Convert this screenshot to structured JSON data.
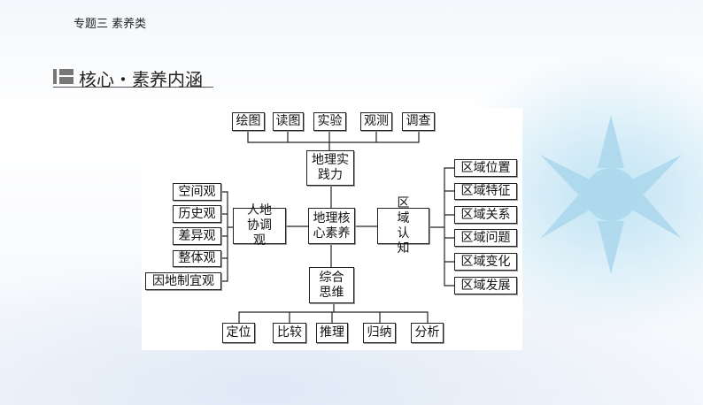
{
  "header": "专题三  素养类",
  "section_title": "核心・素养内涵",
  "diagram": {
    "center": "地理核心素养",
    "top": "地理实践力",
    "top_items": [
      "绘图",
      "读图",
      "实验",
      "观测",
      "调查"
    ],
    "left": "人地协调观",
    "left_items": [
      "空间观",
      "历史观",
      "差异观",
      "整体观",
      "因地制宜观"
    ],
    "right": "区域认知",
    "right_items": [
      "区域位置",
      "区域特征",
      "区域关系",
      "区域问题",
      "区域变化",
      "区域发展"
    ],
    "bottom": "综合思维",
    "bottom_items": [
      "定位",
      "比较",
      "推理",
      "归纳",
      "分析"
    ]
  }
}
